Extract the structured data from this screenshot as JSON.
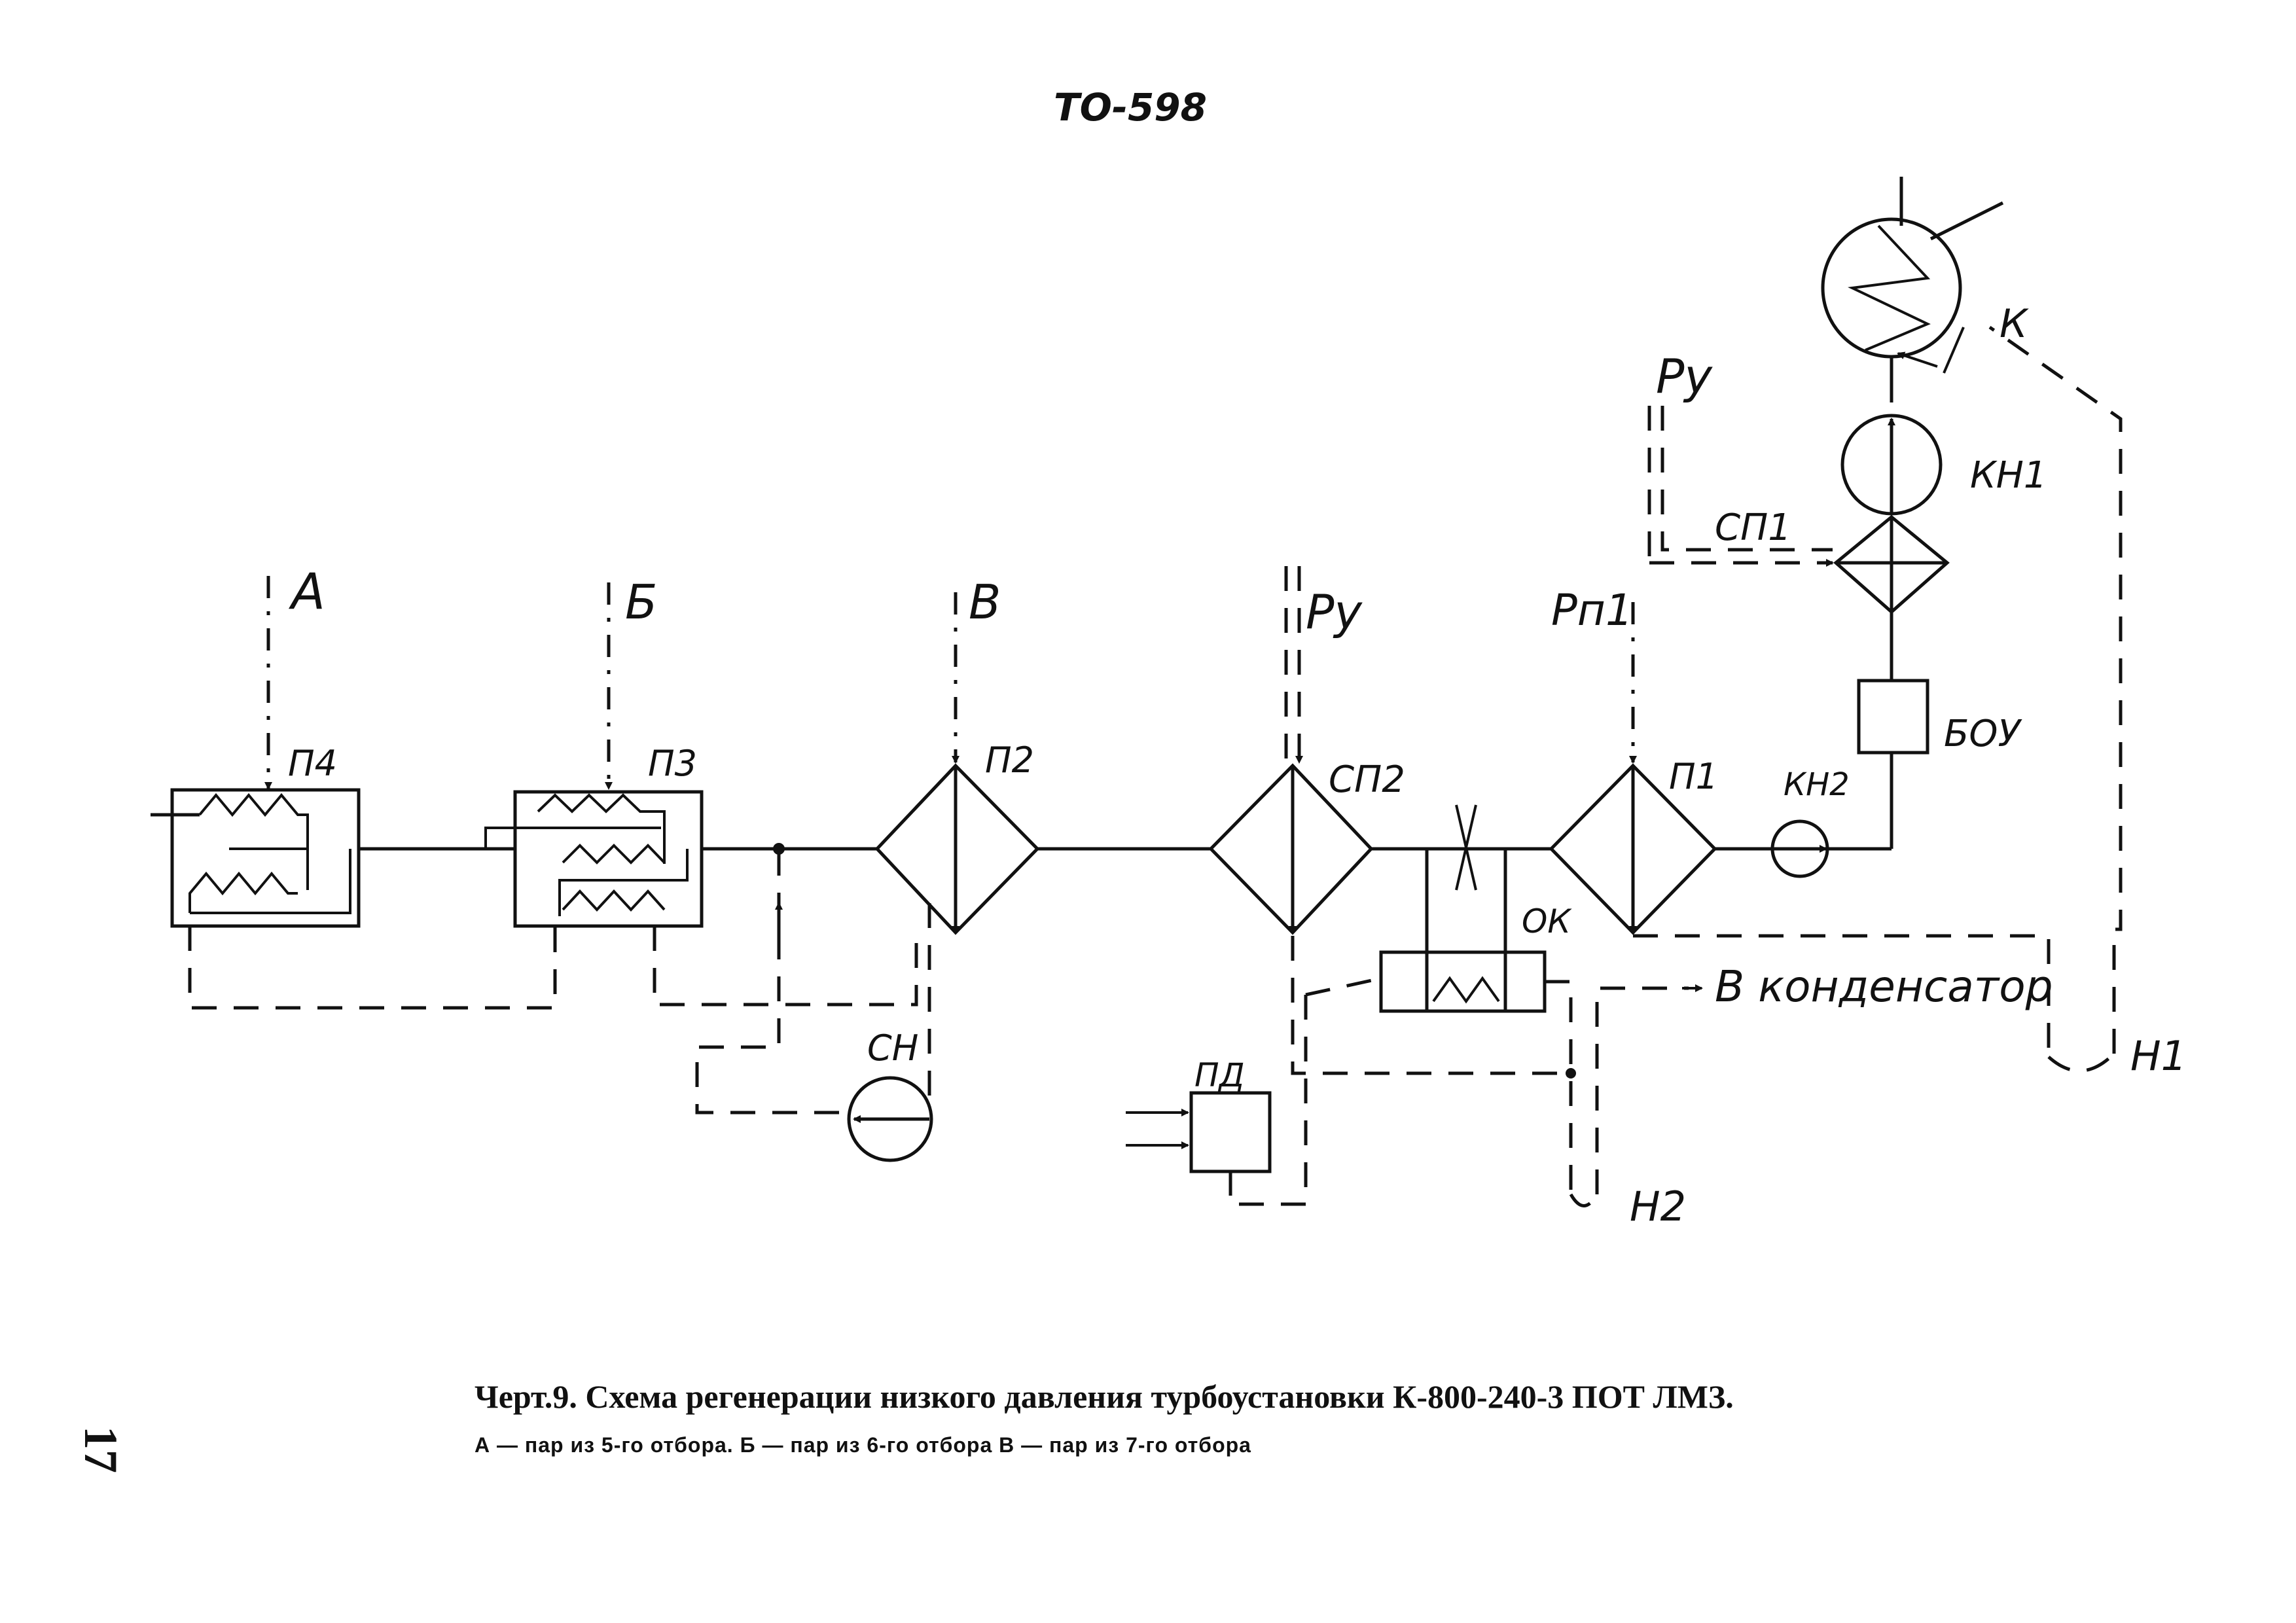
{
  "doc_code": "ТО-598",
  "page_number": "17",
  "caption": {
    "title": "Черт.9. Схема регенерации низкого давления турбоустановки К-800-240-3 ПОТ ЛМЗ.",
    "subtitle": "А — пар из 5-го отбора. Б — пар из 6-го отбора  В — пар из 7-го отбора"
  },
  "labels": {
    "steam_a": "А",
    "steam_b": "Б",
    "steam_v": "В",
    "ry_1": "Ру",
    "ry_2": "Ру",
    "rp1": "Рп1",
    "p4": "П4",
    "p3": "П3",
    "p2": "П2",
    "sp2": "СП2",
    "p1": "П1",
    "kn2": "КН2",
    "boy": "БОУ",
    "kn1": "КН1",
    "sp1": "СП1",
    "k": "К",
    "sn": "СН",
    "pd": "ПД",
    "ok": "ОК",
    "to_condenser": "В конденсатор",
    "n1": "Н1",
    "n2": "Н2"
  }
}
